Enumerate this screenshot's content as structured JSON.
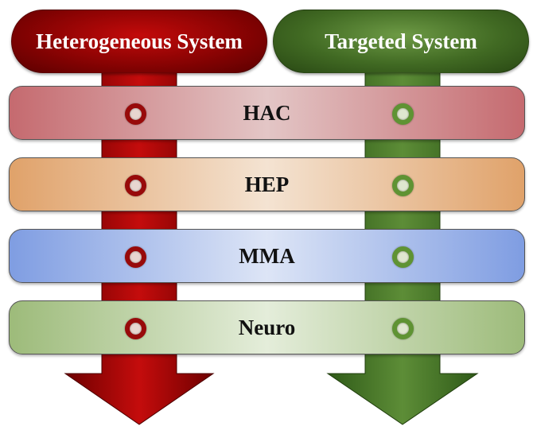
{
  "headers": {
    "left": "Heterogeneous System",
    "right": "Targeted System"
  },
  "bands": [
    {
      "label": "HAC"
    },
    {
      "label": "HEP"
    },
    {
      "label": "MMA"
    },
    {
      "label": "Neuro"
    }
  ],
  "colors": {
    "heterogeneous": "#8a0303",
    "targeted": "#416a23",
    "hac": "#c56a6f",
    "hep": "#e0a26a",
    "mma": "#7f9de2",
    "neuro": "#9dbb7a"
  }
}
